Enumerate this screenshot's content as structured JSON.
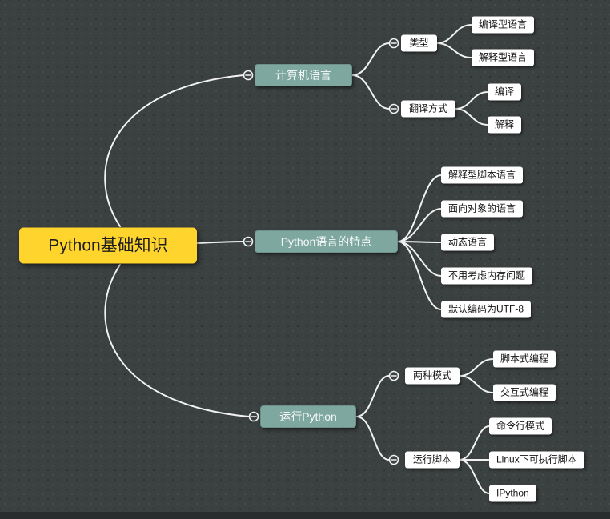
{
  "colors": {
    "canvas_bg": "#3b4040",
    "connector": "#f2f2f2",
    "root_bg": "#ffd42c",
    "root_text": "#1e1e1e",
    "topic_bg": "#7ea79f",
    "topic_text": "#f3f8f6",
    "leaf_bg": "#ffffff",
    "leaf_text": "#141414"
  },
  "root": {
    "label": "Python基础知识"
  },
  "branches": [
    {
      "label": "计算机语言",
      "children": [
        {
          "label": "类型",
          "children": [
            {
              "label": "编译型语言"
            },
            {
              "label": "解释型语言"
            }
          ]
        },
        {
          "label": "翻译方式",
          "children": [
            {
              "label": "编译"
            },
            {
              "label": "解释"
            }
          ]
        }
      ]
    },
    {
      "label": "Python语言的特点",
      "children": [
        {
          "label": "解释型脚本语言"
        },
        {
          "label": "面向对象的语言"
        },
        {
          "label": "动态语言"
        },
        {
          "label": "不用考虑内存问题"
        },
        {
          "label": "默认编码为UTF-8"
        }
      ]
    },
    {
      "label": "运行Python",
      "children": [
        {
          "label": "两种模式",
          "children": [
            {
              "label": "脚本式编程"
            },
            {
              "label": "交互式编程"
            }
          ]
        },
        {
          "label": "运行脚本",
          "children": [
            {
              "label": "命令行模式"
            },
            {
              "label": "Linux下可执行脚本"
            },
            {
              "label": "IPython"
            }
          ]
        }
      ]
    }
  ]
}
